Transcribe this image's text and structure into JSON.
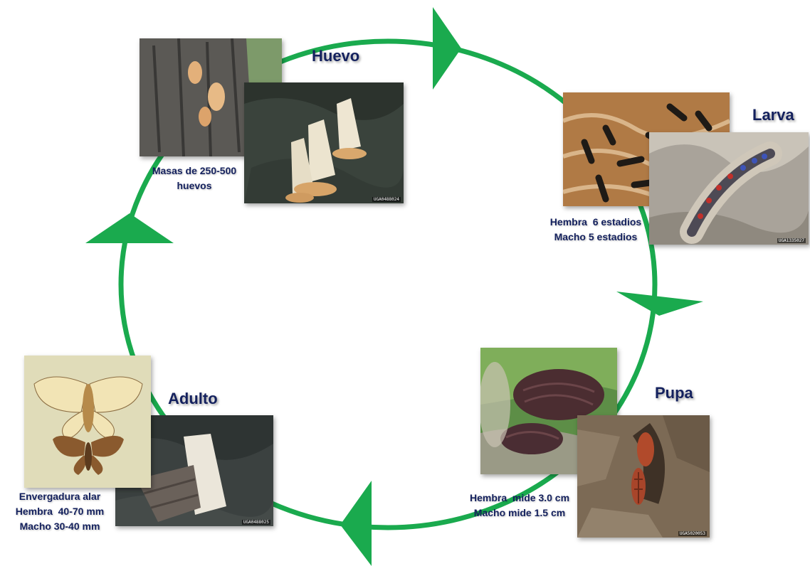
{
  "colors": {
    "cycle": "#1aaa4e",
    "text": "#14215e"
  },
  "stages": {
    "huevo": {
      "title": "Huevo",
      "caption": [
        "Masas de 250-500",
        "huevos"
      ],
      "photo_code": "UGA0488024"
    },
    "larva": {
      "title": "Larva",
      "caption": [
        "Hembra  6 estadios",
        "Macho 5 estadios"
      ],
      "photo_code": "UGA1335027"
    },
    "pupa": {
      "title": "Pupa",
      "caption": [
        "Hembra  mide 3.0 cm",
        "Macho mide 1.5 cm"
      ],
      "photo_code": "UGA5020053"
    },
    "adulto": {
      "title": "Adulto",
      "caption": [
        "Envergadura alar",
        "Hembra  40-70 mm",
        "Macho 30-40 mm"
      ],
      "photo_code": "UGA0488025"
    }
  }
}
